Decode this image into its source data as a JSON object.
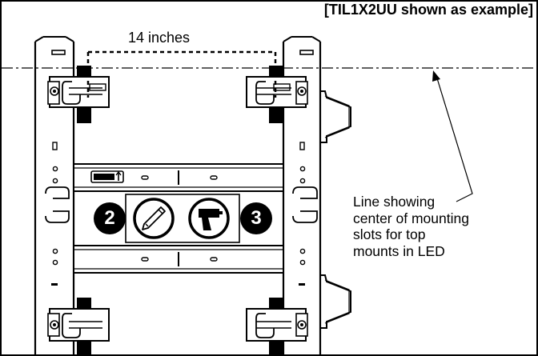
{
  "header": {
    "note": "[TIL1X2UU shown as example]"
  },
  "dimension": {
    "label": "14 inches"
  },
  "callout": {
    "lines": [
      "Line showing",
      "center of mounting",
      "slots for top",
      "mounts in LED"
    ]
  },
  "steps": [
    {
      "number": "2",
      "icon": "pencil-icon"
    },
    {
      "number": "3",
      "icon": "drill-icon"
    }
  ],
  "colors": {
    "ink": "#000000",
    "background": "#ffffff"
  }
}
